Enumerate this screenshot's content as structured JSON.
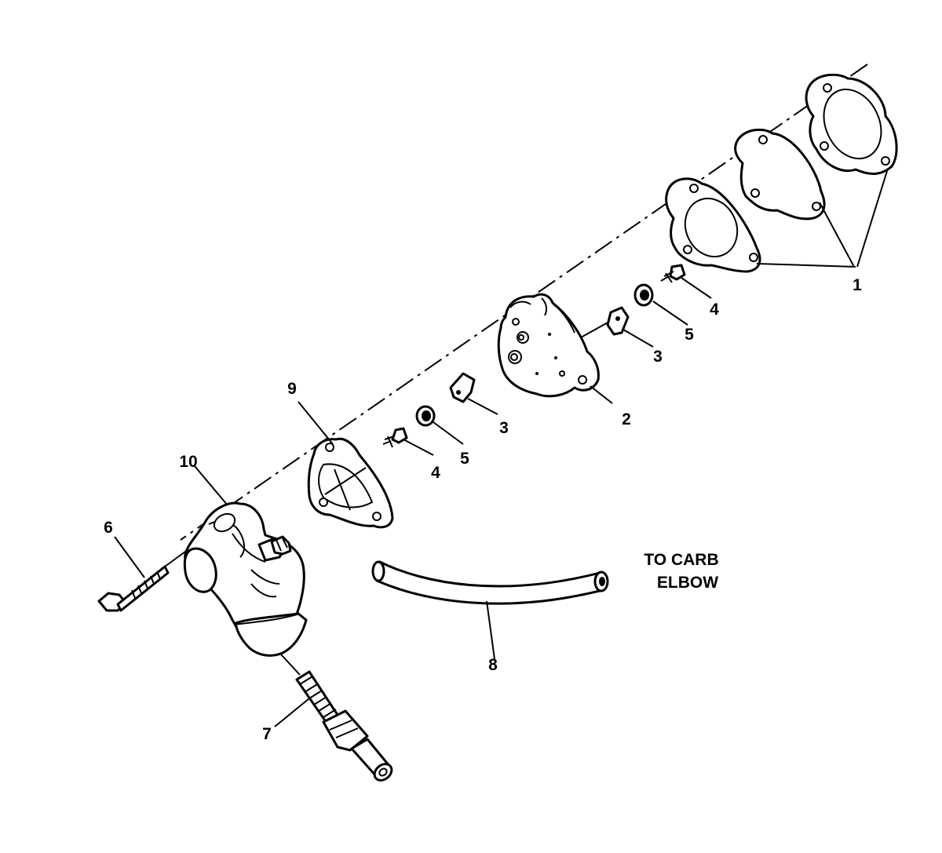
{
  "callouts": {
    "c1": "1",
    "c2": "2",
    "c3a": "3",
    "c3b": "3",
    "c4a": "4",
    "c4b": "4",
    "c5a": "5",
    "c5b": "5",
    "c6": "6",
    "c7": "7",
    "c8": "8",
    "c9": "9",
    "c10": "10"
  },
  "note": {
    "line1": "TO CARB",
    "line2": "ELBOW"
  }
}
